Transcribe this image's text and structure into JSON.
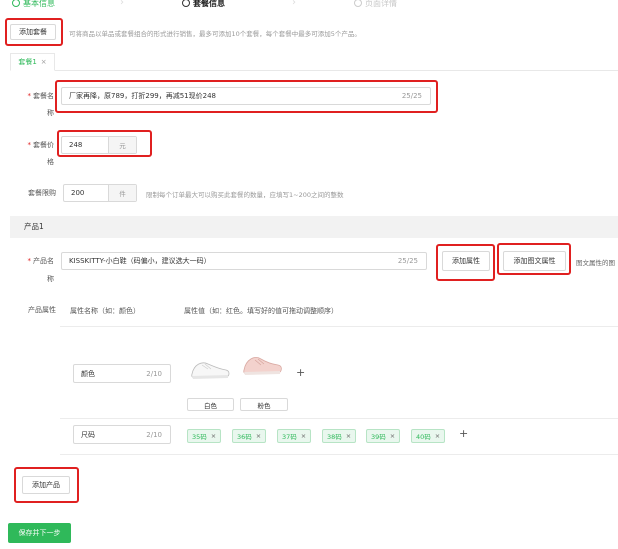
{
  "steps": [
    {
      "label": "基本信息",
      "state": "done"
    },
    {
      "label": "套餐信息",
      "state": "active"
    },
    {
      "label": "页面详情",
      "state": "todo"
    }
  ],
  "add_package_button": "添加套餐",
  "add_package_hint": "可将商品以单品或套餐组合的形式进行销售，最多可添加10个套餐，每个套餐中最多可添加5个产品。",
  "tab": {
    "label": "套餐1",
    "close": "×"
  },
  "package_name": {
    "label_line1": "套餐名",
    "label_line2": "称",
    "value": "厂家再降，原789，打折299，再减51现价248",
    "count": "25/25"
  },
  "package_price": {
    "label_line1": "套餐价",
    "label_line2": "格",
    "value": "248",
    "unit": "元"
  },
  "purchase_limit": {
    "label": "套餐限购",
    "value": "200",
    "unit": "件",
    "hint": "限制每个订单最大可以购买此套餐的数量，应填写1~200之间的整数"
  },
  "product_section": {
    "title": "产品1"
  },
  "product_name": {
    "label_line1": "产品名",
    "label_line2": "称",
    "value": "KISSKITTY-小白鞋（码偏小，建议选大一码）",
    "count": "25/25"
  },
  "add_attr_button": "添加属性",
  "add_img_attr_button": "添加图文属性",
  "img_attr_hint": "图文属性的图",
  "attributes": {
    "label": "产品属性",
    "header_name": "属性名称（如：颜色）",
    "header_value": "属性值（如：红色。填写好的值可拖动调整顺序）",
    "color": {
      "name": "颜色",
      "count": "2/10",
      "values": [
        "白色",
        "粉色"
      ],
      "plus": "+"
    },
    "size": {
      "name": "尺码",
      "count": "2/10",
      "values": [
        "35码",
        "36码",
        "37码",
        "38码",
        "39码",
        "40码"
      ],
      "remove": "×",
      "plus": "+"
    }
  },
  "add_product_button": "添加产品",
  "save_button": "保存并下一步",
  "colors": {
    "accent": "#2fb95a",
    "highlight": "#e02020"
  }
}
